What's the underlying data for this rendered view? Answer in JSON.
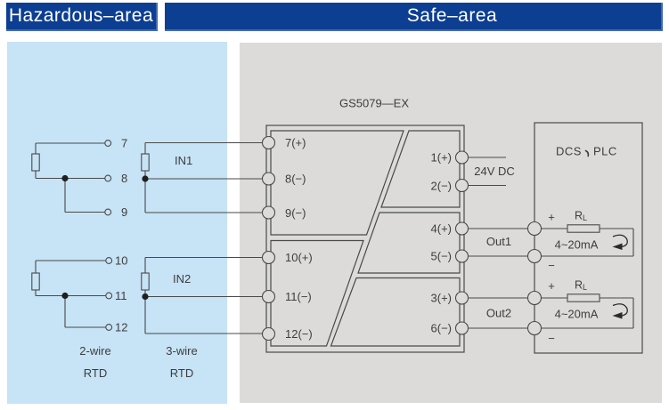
{
  "headers": {
    "hazardous": "Hazardous–area",
    "safe": "Safe–area"
  },
  "module": {
    "title": "GS5079—EX",
    "left_terminals": [
      "7(+)",
      "8(−)",
      "9(−)",
      "10(+)",
      "11(−)",
      "12(−)"
    ],
    "right_terminals": [
      "1(+)",
      "2(−)",
      "4(+)",
      "5(−)",
      "3(+)",
      "6(−)"
    ]
  },
  "hazardous_area": {
    "input1": {
      "label": "IN1",
      "terminal_numbers": [
        "7",
        "8",
        "9"
      ]
    },
    "input2": {
      "label": "IN2",
      "terminal_numbers": [
        "10",
        "11",
        "12"
      ]
    },
    "captions": {
      "two_wire": "2-wire",
      "two_wire_type": "RTD",
      "three_wire": "3-wire",
      "three_wire_type": "RTD"
    }
  },
  "safe_area": {
    "power_label": "24V DC",
    "dcs_plc": {
      "part1": "DCS",
      "separator": "、",
      "part2": "PLC"
    },
    "out1": {
      "label": "Out1",
      "plus": "+",
      "minus": "−",
      "r": "R",
      "r_sub": "L",
      "range": "4~20mA"
    },
    "out2": {
      "label": "Out2",
      "plus": "+",
      "minus": "−",
      "r": "R",
      "r_sub": "L",
      "range": "4~20mA"
    }
  },
  "colors": {
    "header_bg": "#0c3e92",
    "header_text": "#ffffff",
    "hazardous_bg": "#c7e3f6",
    "safe_bg": "#dcdbd9",
    "line": "#4a4a4a",
    "text": "#3d3d3d"
  }
}
